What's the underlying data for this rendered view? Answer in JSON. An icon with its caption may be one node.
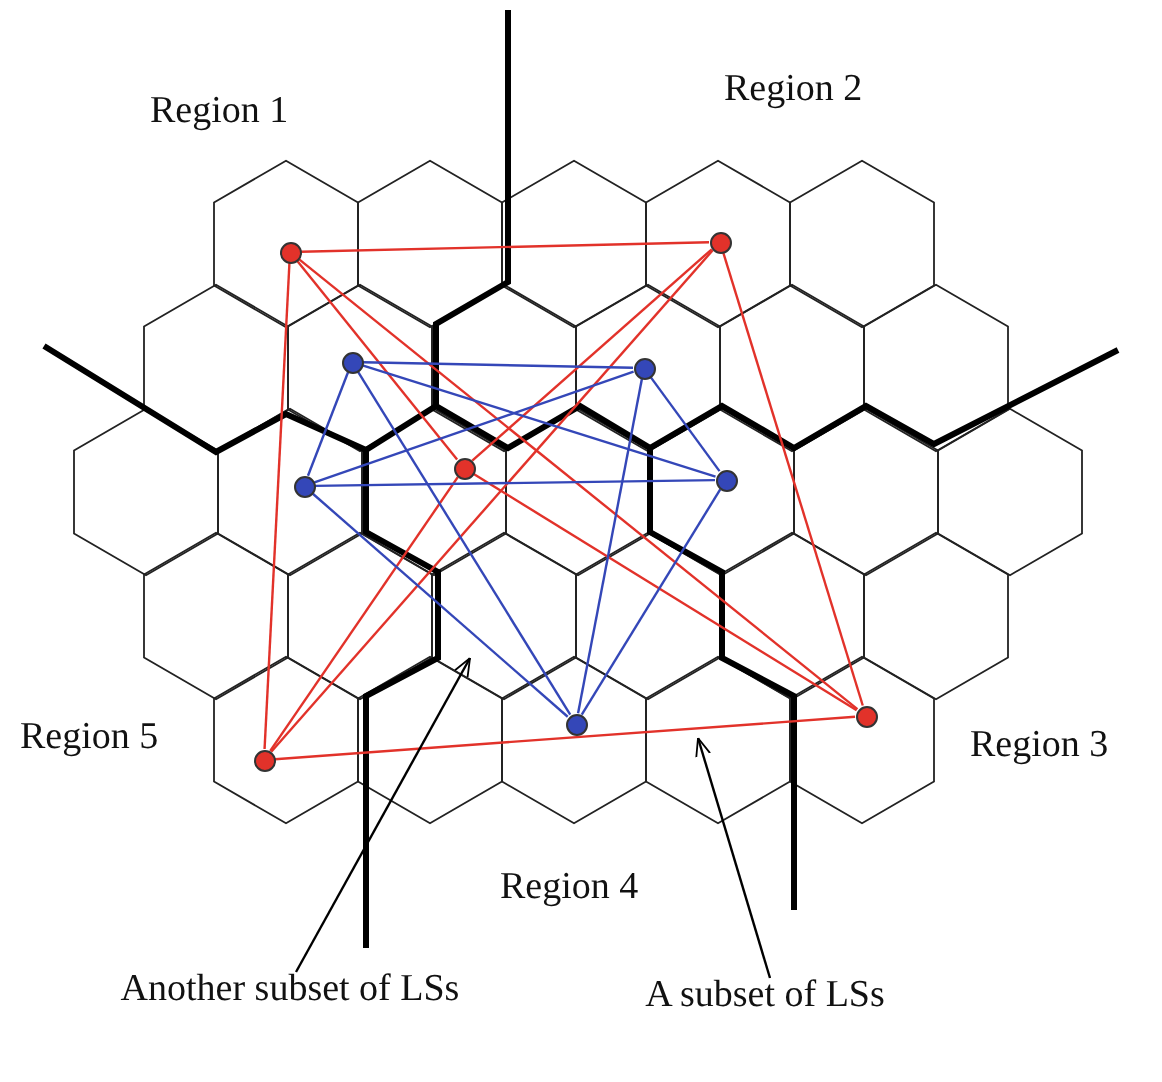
{
  "diagram": {
    "nodes": [
      {
        "text": [],
        "shape": "circle"
      },
      {
        "text": [],
        "shape": "circle"
      },
      {
        "text": [],
        "shape": "circle"
      },
      {
        "text": [],
        "shape": "circle"
      },
      {
        "text": [],
        "shape": "circle"
      },
      {
        "text": [],
        "shape": "circle"
      },
      {
        "text": [],
        "shape": "circle"
      },
      {
        "text": [],
        "shape": "circle"
      },
      {
        "text": [],
        "shape": "circle"
      },
      {
        "text": [],
        "shape": "circle"
      },
      {
        "text": [
          "Another subset of LSs"
        ]
      },
      {
        "text": [
          "A subset of LSs"
        ]
      }
    ],
    "edges": [
      {
        "from": 0,
        "to": 1,
        "arrow": "none"
      },
      {
        "from": 0,
        "to": 5,
        "arrow": "none"
      },
      {
        "from": 0,
        "to": 8,
        "arrow": "none"
      },
      {
        "from": 0,
        "to": 9,
        "arrow": "none"
      },
      {
        "from": 1,
        "to": 5,
        "arrow": "none"
      },
      {
        "from": 1,
        "to": 8,
        "arrow": "none"
      },
      {
        "from": 1,
        "to": 9,
        "arrow": "none"
      },
      {
        "from": 5,
        "to": 8,
        "arrow": "none"
      },
      {
        "from": 5,
        "to": 9,
        "arrow": "none"
      },
      {
        "from": 8,
        "to": 9,
        "arrow": "none"
      },
      {
        "from": 2,
        "to": 3,
        "arrow": "none",
        "color": "#3447b8"
      },
      {
        "from": 2,
        "to": 4,
        "arrow": "none",
        "color": "#3447b8"
      },
      {
        "from": 2,
        "to": 6,
        "arrow": "none",
        "color": "#3447b8"
      },
      {
        "from": 2,
        "to": 7,
        "arrow": "none",
        "color": "#3447b8"
      },
      {
        "from": 3,
        "to": 4,
        "arrow": "none",
        "color": "#3447b8"
      },
      {
        "from": 3,
        "to": 6,
        "arrow": "none",
        "color": "#3447b8"
      },
      {
        "from": 3,
        "to": 7,
        "arrow": "none",
        "color": "#3447b8"
      },
      {
        "from": 4,
        "to": 6,
        "arrow": "none",
        "color": "#3447b8"
      },
      {
        "from": 4,
        "to": 7,
        "arrow": "none",
        "color": "#3447b8"
      },
      {
        "from": 6,
        "to": 7,
        "arrow": "none",
        "color": "#3447b8"
      },
      {
        "from": 10,
        "to": null,
        "arrow": "to",
        "color": "#000000"
      },
      {
        "from": 11,
        "to": null,
        "arrow": "to",
        "color": "#000000"
      }
    ],
    "labels": [
      "Region 1",
      "Region 2",
      "Region 5",
      "Region 3",
      "Region 4"
    ]
  }
}
